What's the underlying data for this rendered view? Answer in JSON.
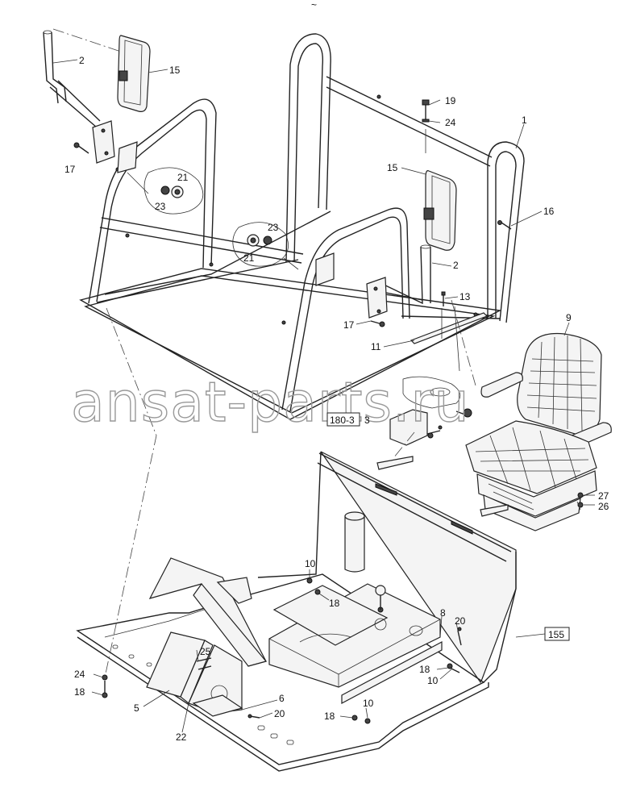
{
  "watermark": "ansat-parts.ru",
  "top_mark": "~",
  "callouts": [
    {
      "id": "c-2a",
      "text": "2"
    },
    {
      "id": "c-15a",
      "text": "15"
    },
    {
      "id": "c-17a",
      "text": "17"
    },
    {
      "id": "c-21a",
      "text": "21"
    },
    {
      "id": "c-23a",
      "text": "23"
    },
    {
      "id": "c-19",
      "text": "19"
    },
    {
      "id": "c-24a",
      "text": "24"
    },
    {
      "id": "c-1",
      "text": "1"
    },
    {
      "id": "c-15b",
      "text": "15"
    },
    {
      "id": "c-16",
      "text": "16"
    },
    {
      "id": "c-23b",
      "text": "23"
    },
    {
      "id": "c-21b",
      "text": "21"
    },
    {
      "id": "c-2b",
      "text": "2"
    },
    {
      "id": "c-13",
      "text": "13"
    },
    {
      "id": "c-17b",
      "text": "17"
    },
    {
      "id": "c-11",
      "text": "11"
    },
    {
      "id": "c-9",
      "text": "9"
    },
    {
      "id": "c-3",
      "text": "3"
    },
    {
      "id": "c-27",
      "text": "27"
    },
    {
      "id": "c-26",
      "text": "26"
    },
    {
      "id": "c-10a",
      "text": "10"
    },
    {
      "id": "c-18a",
      "text": "18"
    },
    {
      "id": "c-8",
      "text": "8"
    },
    {
      "id": "c-20a",
      "text": "20"
    },
    {
      "id": "c-18b",
      "text": "18"
    },
    {
      "id": "c-10b",
      "text": "10"
    },
    {
      "id": "c-25",
      "text": "25"
    },
    {
      "id": "c-24b",
      "text": "24"
    },
    {
      "id": "c-18c",
      "text": "18"
    },
    {
      "id": "c-5",
      "text": "5"
    },
    {
      "id": "c-6",
      "text": "6"
    },
    {
      "id": "c-20b",
      "text": "20"
    },
    {
      "id": "c-10c",
      "text": "10"
    },
    {
      "id": "c-18d",
      "text": "18"
    },
    {
      "id": "c-22",
      "text": "22"
    }
  ],
  "refs": [
    {
      "id": "r-180",
      "text": "180-3"
    },
    {
      "id": "r-155",
      "text": "155"
    }
  ]
}
